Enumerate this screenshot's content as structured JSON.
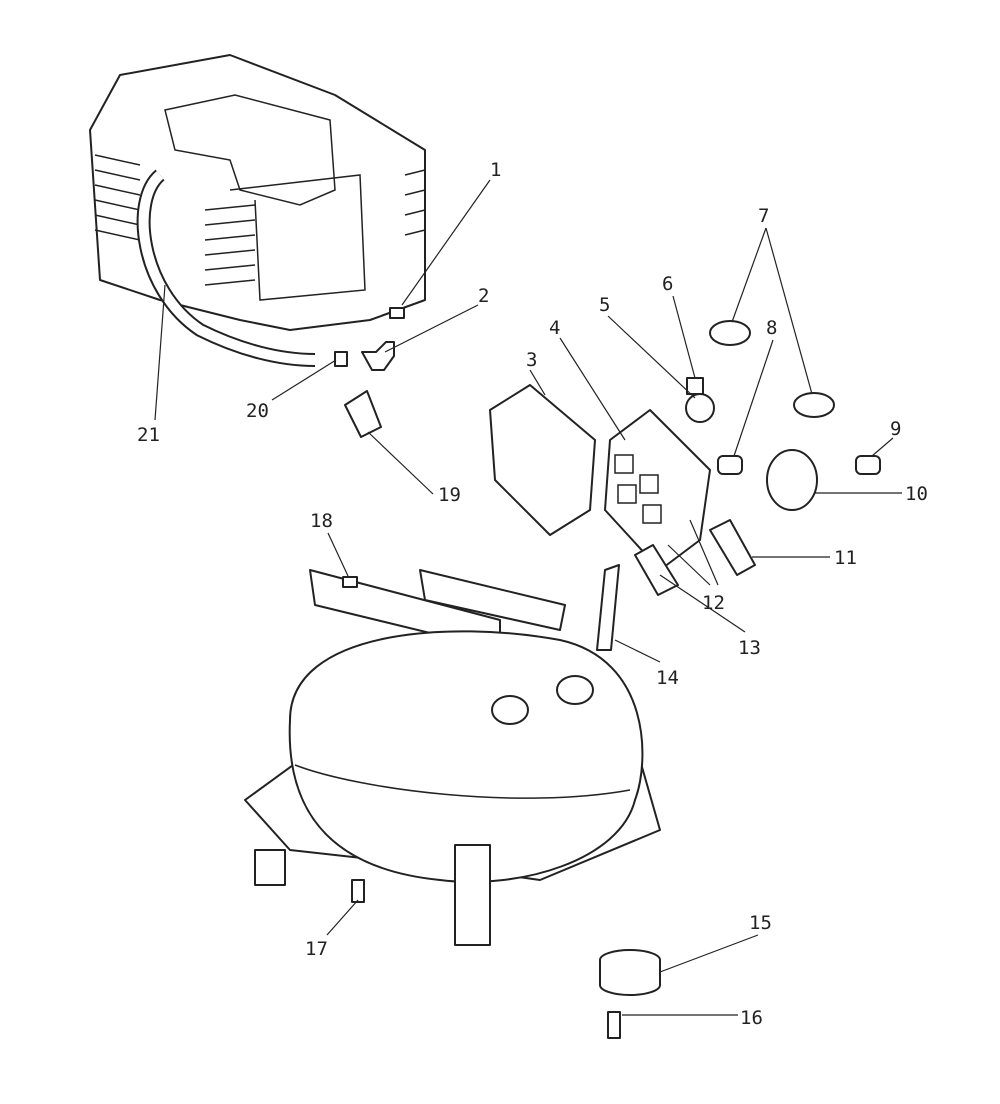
{
  "diagram": {
    "labels": {
      "p1": "1",
      "p2": "2",
      "p3": "3",
      "p4": "4",
      "p5": "5",
      "p6": "6",
      "p7": "7",
      "p8": "8",
      "p9": "9",
      "p10": "10",
      "p11": "11",
      "p12": "12",
      "p13": "13",
      "p14": "14",
      "p15": "15",
      "p16": "16",
      "p17": "17",
      "p18": "18",
      "p19": "19",
      "p20": "20",
      "p21": "21"
    }
  }
}
